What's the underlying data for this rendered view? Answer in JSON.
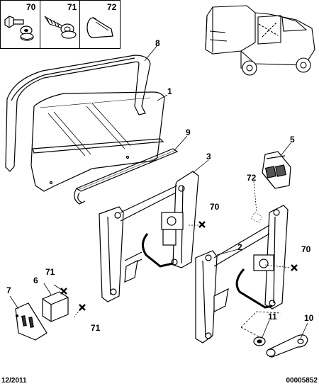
{
  "legend": [
    {
      "ref": "70",
      "icon": "bolt-with-washer-icon"
    },
    {
      "ref": "71",
      "icon": "self-tapping-screw-icon"
    },
    {
      "ref": "72",
      "icon": "plastic-plug-icon"
    }
  ],
  "callouts": {
    "c1": "1",
    "c2": "2",
    "c3": "3",
    "c5": "5",
    "c6": "6",
    "c7": "7",
    "c8": "8",
    "c9": "9",
    "c10": "10",
    "c11": "11",
    "c70a": "70",
    "c70b": "70",
    "c71a": "71",
    "c71b": "71",
    "c72": "72"
  },
  "footer": {
    "date": "12/2011",
    "ref_code": "00005852"
  }
}
